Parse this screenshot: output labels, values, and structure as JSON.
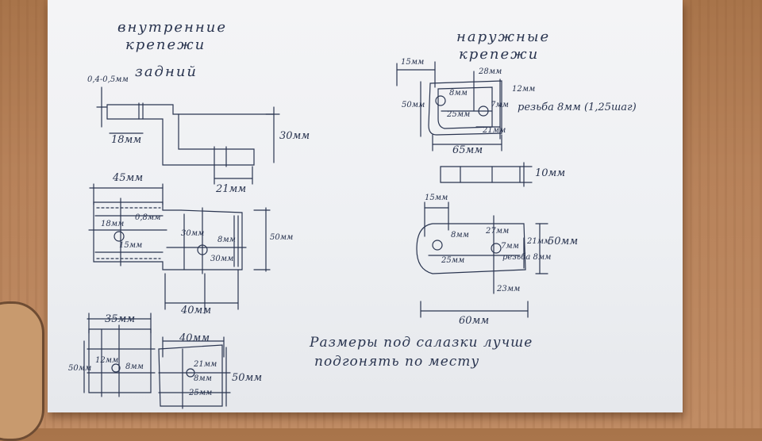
{
  "headings": {
    "inner_l1": "внутренние",
    "inner_l2": "крепежи",
    "outer_l1": "наружные",
    "outer_l2": "крепежи",
    "rear": "задний"
  },
  "labels": {
    "rear_thickness": "0,4-0,5мм",
    "rear_18": "18мм",
    "rear_30": "30мм",
    "rear_21": "21мм",
    "p45": "45мм",
    "p18": "18мм",
    "p08": "0,8мм",
    "p15": "15мм",
    "p30a": "30мм",
    "p8": "8мм",
    "p30b": "30мм",
    "p50": "50мм",
    "p40": "40мм",
    "s35": "35мм",
    "s12": "12мм",
    "s8": "8мм",
    "s50": "50мм",
    "t40": "40мм",
    "t21": "21мм",
    "t8": "8мм",
    "t25": "25мм",
    "t50": "50мм",
    "o15": "15мм",
    "o28": "28мм",
    "o50": "50мм",
    "o8": "8мм",
    "o25": "25мм",
    "o7": "7мм",
    "o12": "12мм",
    "o21": "21мм",
    "o65": "65мм",
    "o_thread": "резьба 8мм (1,25шаг)",
    "b10": "10мм",
    "u15": "15мм",
    "u8": "8мм",
    "u27": "27мм",
    "u7": "7мм",
    "u25": "25мм",
    "u_thread": "резьба 8мм",
    "u21": "21мм",
    "u50": "50мм",
    "u23": "23мм",
    "u60": "60мм"
  },
  "note": {
    "line1": "Размеры под салазки лучше",
    "line2": "подгонять по месту"
  },
  "colors": {
    "ink": "#2a3550",
    "paper": "#eef0f3",
    "wood": "#b7825a"
  }
}
